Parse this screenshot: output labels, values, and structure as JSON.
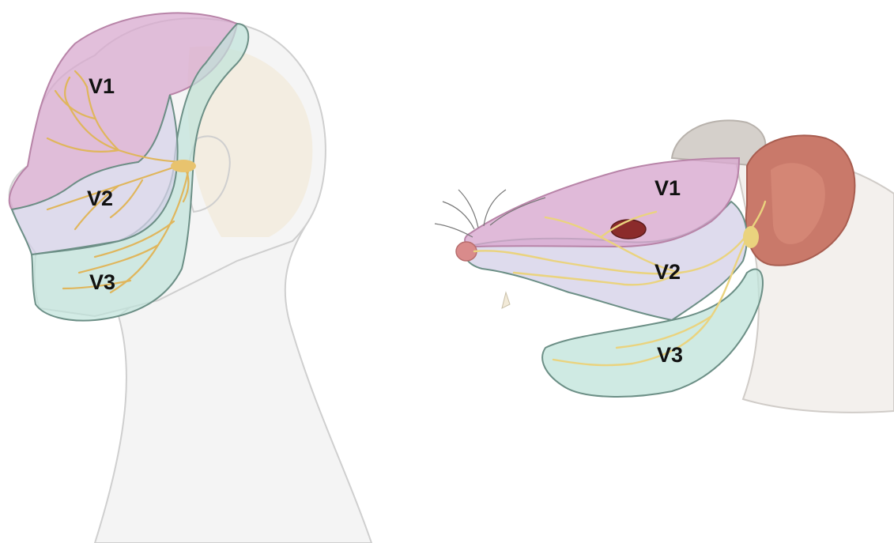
{
  "human": {
    "labels": {
      "v1": "V1",
      "v2": "V2",
      "v3": "V3"
    }
  },
  "rat": {
    "labels": {
      "v1": "V1",
      "v2": "V2",
      "v3": "V3"
    }
  },
  "colors": {
    "v1_region": "#d8a9cf",
    "v2_region": "#d6d2e8",
    "v3_region": "#bfe3da",
    "region_outline": "#6c8f86",
    "nerve": "#e8c36e",
    "nerve_dark": "#d9a84a",
    "skin_outline": "#c9c9c9",
    "skull": "#f1e7d3",
    "rat_ear": "#c9796a",
    "rat_fur": "#d5d0cb",
    "rat_nose": "#d98b8b"
  }
}
